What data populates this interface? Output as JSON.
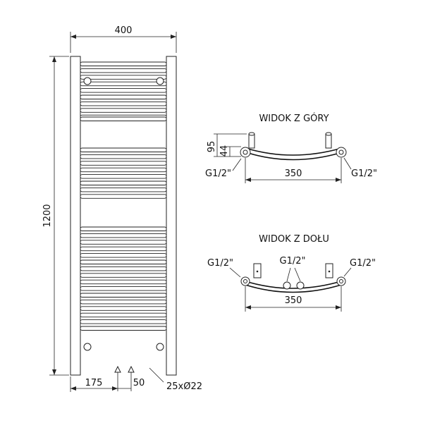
{
  "front_view": {
    "width_label": "400",
    "height_label": "1200",
    "offset_left_label": "175",
    "spacing_label": "50",
    "tube_label": "25xØ22"
  },
  "top_view": {
    "title": "WIDOK Z GÓRY",
    "depth_total_label": "95",
    "depth_inner_label": "44",
    "left_thread_label": "G1/2\"",
    "right_thread_label": "G1/2\"",
    "span_label": "350"
  },
  "bottom_view": {
    "title": "WIDOK Z DOŁU",
    "left_thread_label": "G1/2\"",
    "center_thread_label": "G1/2\"",
    "right_thread_label": "G1/2\"",
    "span_label": "350"
  }
}
